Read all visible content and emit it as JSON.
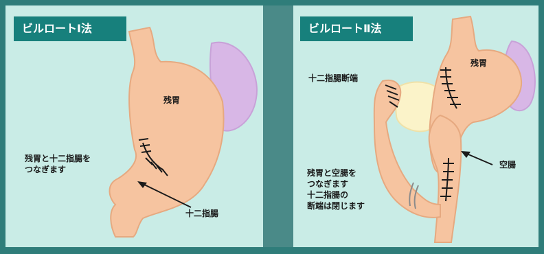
{
  "panels": [
    {
      "title": "ビルロートⅠ法",
      "labels": {
        "remnant": "残胃",
        "instruction": "残胃と十二指腸を\nつなぎます",
        "duodenum": "十二指腸"
      }
    },
    {
      "title": "ビルロートⅡ法",
      "labels": {
        "remnant": "残胃",
        "duodenal_stump": "十二指腸断端",
        "jejunum": "空腸",
        "instruction": "残胃と空腸を\nつなぎます\n十二指腸の\n断端は閉じます"
      }
    }
  ],
  "colors": {
    "background": "#c9ece6",
    "frame": "#2f7d7a",
    "title_bg": "#17807c",
    "organ": "#f6c4a0",
    "organ_outline": "#e6a980",
    "spleen": "#d8b7e6",
    "pancreas": "#fbf3c9",
    "suture": "#1a1a1a"
  }
}
